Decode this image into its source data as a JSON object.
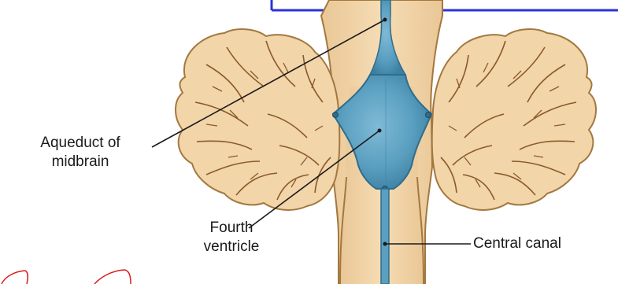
{
  "labels": {
    "aqueduct": [
      "Aqueduct of",
      "midbrain"
    ],
    "fourth_ventricle": [
      "Fourth",
      "ventricle"
    ],
    "central_canal": "Central canal"
  },
  "colors": {
    "tissue": "#f2d5a8",
    "tissue_outline": "#a3783f",
    "folia": "#8a5a2c",
    "ventricle": "#5a9fc0",
    "ventricle_dark": "#2f6d8d",
    "leader_line": "#1a1a1a",
    "banner": "#2b34d6",
    "annotation": "#d91b1b"
  }
}
